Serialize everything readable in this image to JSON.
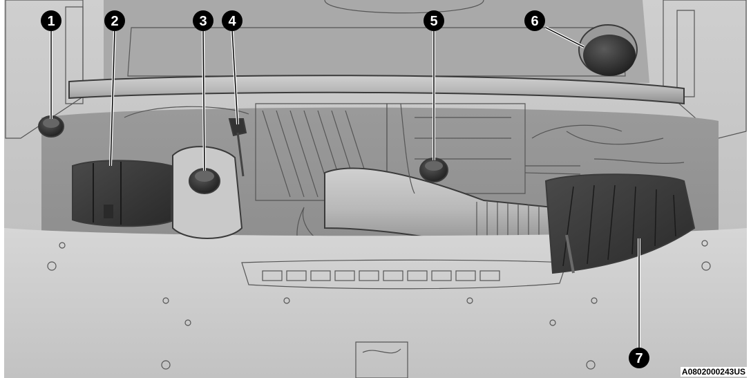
{
  "figure": {
    "callouts": [
      {
        "number": "1",
        "part": "cap-1"
      },
      {
        "number": "2",
        "part": "box-2"
      },
      {
        "number": "3",
        "part": "cap-3"
      },
      {
        "number": "4",
        "part": "dipstick-4"
      },
      {
        "number": "5",
        "part": "cap-5"
      },
      {
        "number": "6",
        "part": "cap-6"
      },
      {
        "number": "7",
        "part": "airbox-7"
      }
    ],
    "code": "A0802000243US"
  }
}
